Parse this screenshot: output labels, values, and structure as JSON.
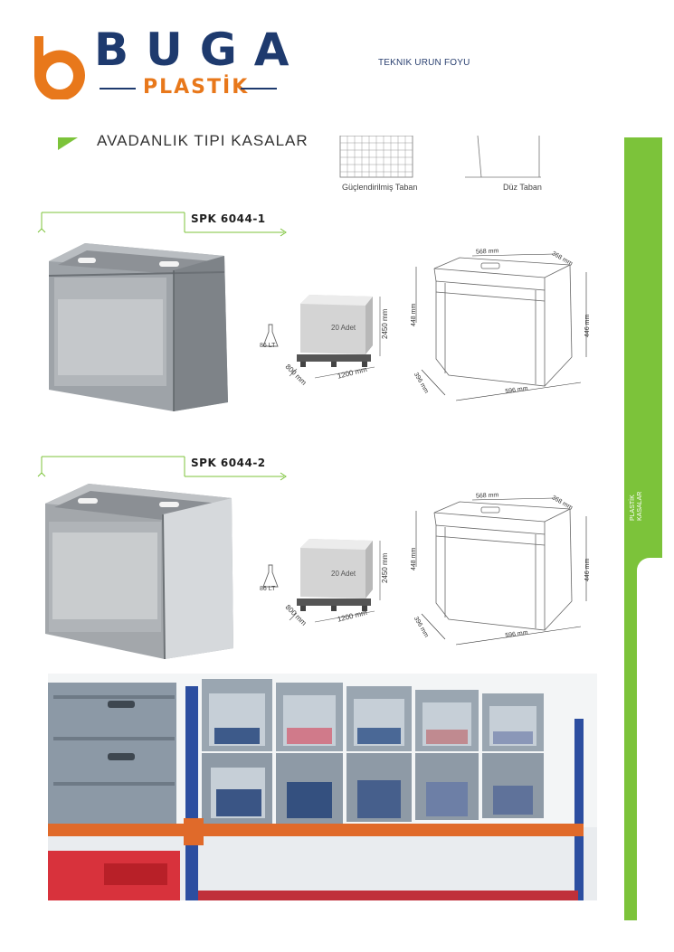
{
  "header": {
    "brand_name": "BUGA",
    "brand_sub": "PLASTİK",
    "doc_type": "TEKNIK URUN FOYU",
    "logo_icon": "buga-b-logo-icon",
    "brand_color": "#1e3a6e",
    "accent_color": "#e8781b"
  },
  "section": {
    "title": "AVADANLIK TIPI KASALAR",
    "base_types": [
      "Güçlendirilmiş Taban",
      "Düz Taban"
    ]
  },
  "side_tab": {
    "label_line1": "PLASTİK",
    "label_line2": "KASALAR",
    "color": "#7cc33a"
  },
  "products": [
    {
      "code": "SPK 6044-1",
      "volume": "86 LT",
      "pallet": {
        "quantity": "20 Adet",
        "height": "2450 mm",
        "depth": "800 mm",
        "length": "1200 mm"
      },
      "dims": {
        "top_length": "568 mm",
        "top_width": "368 mm",
        "outer_height": "448 mm",
        "inner_height": "446 mm",
        "bottom_width": "396 mm",
        "bottom_length": "596 mm"
      }
    },
    {
      "code": "SPK 6044-2",
      "volume": "86 LT",
      "pallet": {
        "quantity": "20 Adet",
        "height": "2450 mm",
        "depth": "800 mm",
        "length": "1200 mm"
      },
      "dims": {
        "top_length": "568 mm",
        "top_width": "368 mm",
        "outer_height": "448 mm",
        "inner_height": "446 mm",
        "bottom_width": "396 mm",
        "bottom_length": "596 mm"
      }
    }
  ]
}
